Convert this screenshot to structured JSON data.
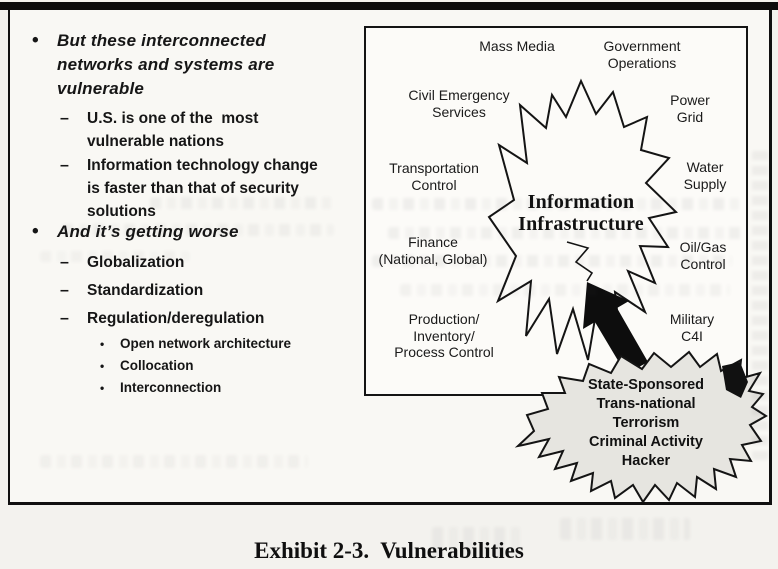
{
  "caption": {
    "text": "Exhibit 2-3.  Vulnerabilities"
  },
  "left_panel": {
    "items": [
      {
        "marker": "•",
        "text": "But these interconnected\nnetworks and systems are\nvulnerable"
      },
      {
        "marker": "–",
        "text": "U.S. is one of the  most\nvulnerable nations"
      },
      {
        "marker": "–",
        "text": "Information technology change\nis faster than that of security\nsolutions"
      },
      {
        "marker": "•",
        "text": "And it’s getting worse"
      },
      {
        "marker": "–",
        "text": "Globalization"
      },
      {
        "marker": "–",
        "text": "Standardization"
      },
      {
        "marker": "–",
        "text": "Regulation/deregulation"
      },
      {
        "marker": "•",
        "text": "Open network architecture"
      },
      {
        "marker": "•",
        "text": "Collocation"
      },
      {
        "marker": "•",
        "text": "Interconnection"
      }
    ]
  },
  "diagram": {
    "center_label": "Information\nInfrastructure",
    "nodes": [
      {
        "label": "Mass Media"
      },
      {
        "label": "Government\nOperations"
      },
      {
        "label": "Civil Emergency\nServices"
      },
      {
        "label": "Power\nGrid"
      },
      {
        "label": "Transportation\nControl"
      },
      {
        "label": "Water\nSupply"
      },
      {
        "label": "Finance\n(National, Global)"
      },
      {
        "label": "Oil/Gas\nControl"
      },
      {
        "label": "Production/\nInventory/\nProcess Control"
      },
      {
        "label": "Military\nC4I"
      }
    ],
    "threat_label": "State-Sponsored\nTrans-national\nTerrorism\nCriminal Activity\nHacker"
  },
  "colors": {
    "ink": "#141414",
    "cloud_fill": "#e6e5e0",
    "star_fill": "#fcfbf8",
    "arrow_fill": "#0d0d0d"
  }
}
